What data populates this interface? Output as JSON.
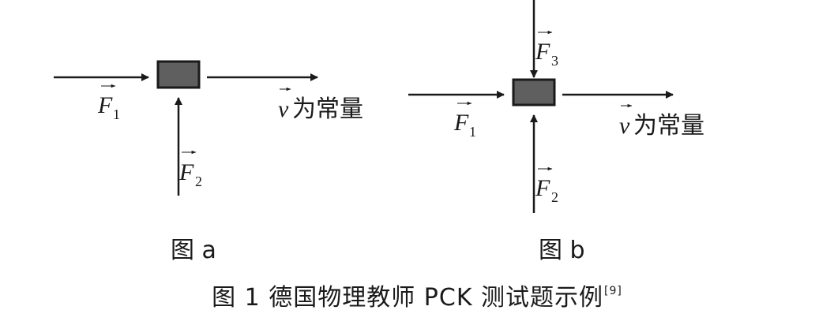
{
  "figure_a": {
    "force1": "F",
    "force1_sub": "1",
    "force2": "F",
    "force2_sub": "2",
    "velocity": "v",
    "constant_text": "为常量",
    "label": "图 a"
  },
  "figure_b": {
    "force1": "F",
    "force1_sub": "1",
    "force2": "F",
    "force2_sub": "2",
    "force3": "F",
    "force3_sub": "3",
    "velocity": "v",
    "constant_text": "为常量",
    "label": "图 b"
  },
  "caption": {
    "text": "图 1  德国物理教师 PCK 测试题示例",
    "ref": "[9]"
  },
  "colors": {
    "box_fill": "#5f5f5f",
    "box_stroke": "#1a1a1a",
    "arrow": "#1a1a1a"
  }
}
